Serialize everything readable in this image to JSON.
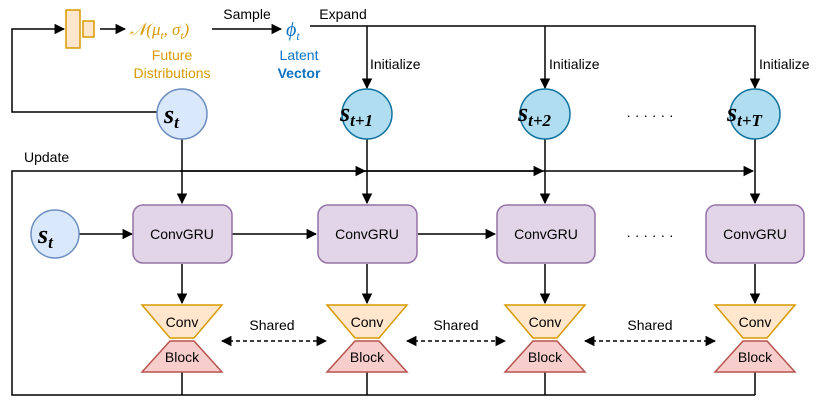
{
  "colors": {
    "orange": "#d79b00",
    "orange_fill": "#ffe6cc",
    "blue": "#0b72c4",
    "state_fill_light": "#dae8fc",
    "state_fill_cyan": "#b1ddf0",
    "state_stroke": "#6c8ebf",
    "state_stroke_cyan": "#10739e",
    "gru_fill": "#e1d5e7",
    "gru_stroke": "#9673a6",
    "block_fill": "#f8cecc",
    "block_stroke": "#b85450"
  },
  "top": {
    "distribution_label": "𝒩(μ",
    "distribution_sub_t": "t",
    "distribution_sigma": ", σ",
    "distribution_close": ")",
    "distribution_caption_1": "Future",
    "distribution_caption_2": "Distributions",
    "sample_label": "Sample",
    "phi_label": "ϕ",
    "phi_sub": "t",
    "latent_caption_1": "Latent",
    "latent_caption_2": "Vector",
    "expand_label": "Expand",
    "initialize_label": "Initialize"
  },
  "states": {
    "s": "s",
    "t": "t",
    "t1": "t+1",
    "t2": "t+2",
    "tT": "t+T",
    "ellipsis": "· · · · · ·"
  },
  "middle": {
    "update_label": "Update",
    "convgru_label": "ConvGRU",
    "ellipsis": "· · · · · ·"
  },
  "bottom": {
    "conv_label": "Conv",
    "block_label": "Block",
    "shared_label": "Shared"
  }
}
